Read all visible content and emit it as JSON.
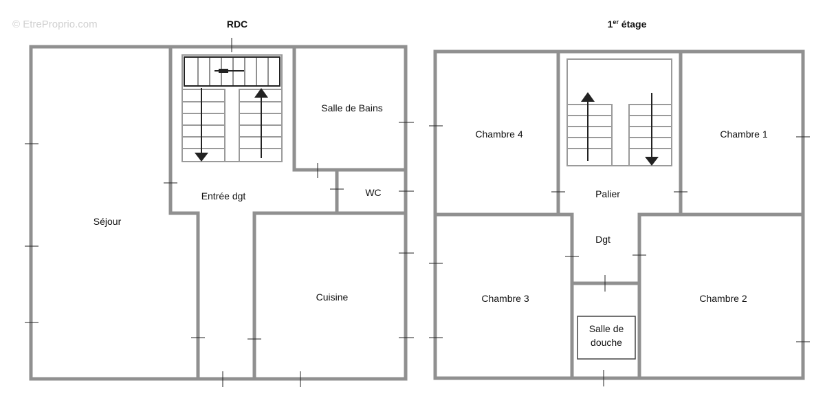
{
  "watermark": "© EtreProprio.com",
  "rdc": {
    "title": "RDC",
    "rooms": {
      "sejour": "Séjour",
      "entree": "Entrée dgt",
      "salle_bains": "Salle de Bains",
      "wc": "WC",
      "cuisine": "Cuisine"
    }
  },
  "etage": {
    "title_num": "1",
    "title_sup": "er",
    "title_rest": " étage",
    "rooms": {
      "chambre4": "Chambre 4",
      "chambre1": "Chambre 1",
      "palier": "Palier",
      "dgt": "Dgt",
      "chambre3": "Chambre 3",
      "chambre2": "Chambre 2",
      "salle_douche_l1": "Salle de",
      "salle_douche_l2": "douche"
    }
  },
  "colors": {
    "wall": "#909090",
    "text": "#111111",
    "watermark": "#d0d0d0"
  }
}
